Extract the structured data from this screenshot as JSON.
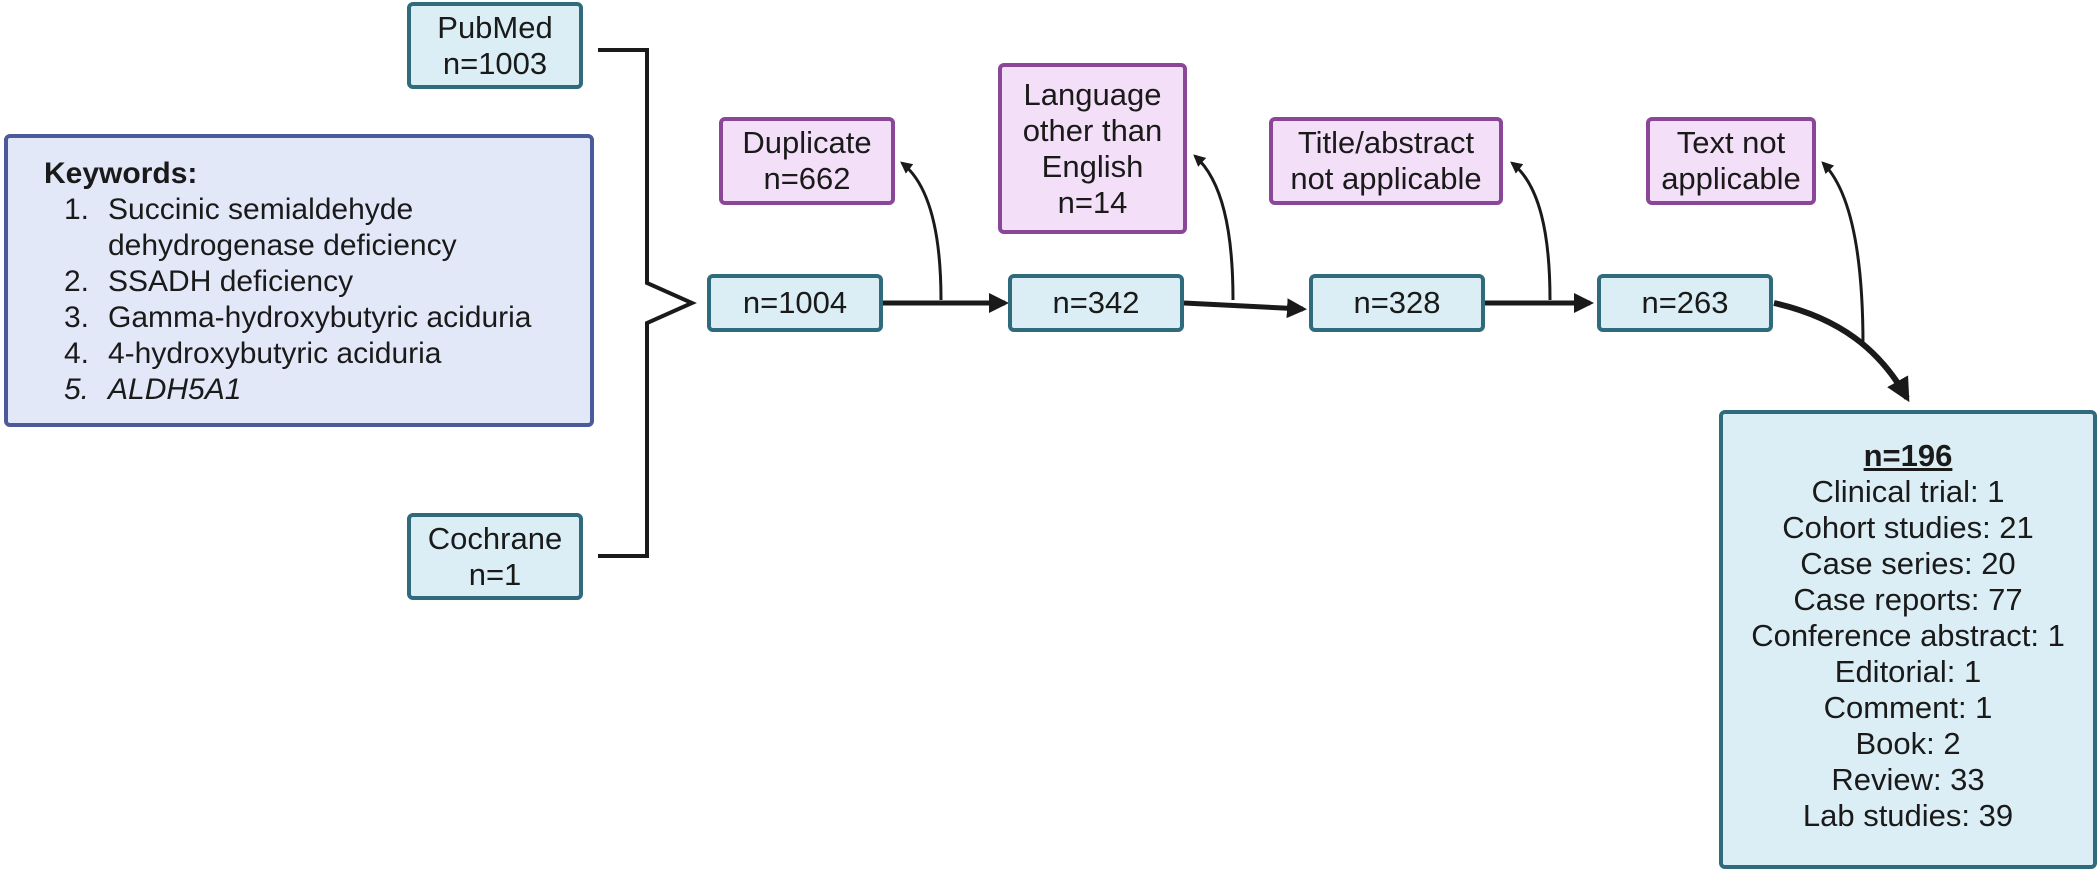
{
  "sources": {
    "pubmed": {
      "name": "PubMed",
      "count": "n=1003"
    },
    "cochrane": {
      "name": "Cochrane",
      "count": "n=1"
    }
  },
  "keywords": {
    "title": "Keywords:",
    "items": [
      {
        "num": "1.",
        "text": "Succinic semialdehyde dehydrogenase deficiency"
      },
      {
        "num": "2.",
        "text": "SSADH deficiency"
      },
      {
        "num": "3.",
        "text": "Gamma-hydroxybutyric aciduria"
      },
      {
        "num": "4.",
        "text": "4-hydroxybutyric aciduria"
      },
      {
        "num": "5.",
        "text": "ALDH5A1"
      }
    ]
  },
  "flow": {
    "steps": [
      "n=1004",
      "n=342",
      "n=328",
      "n=263"
    ],
    "exclusions": {
      "duplicate": {
        "line1": "Duplicate",
        "line2": "n=662"
      },
      "language": {
        "line1": "Language",
        "line2": "other than",
        "line3": "English",
        "line4": "n=14"
      },
      "title_abstract": {
        "line1": "Title/abstract",
        "line2": "not applicable"
      },
      "text": {
        "line1": "Text not",
        "line2": "applicable"
      }
    }
  },
  "result": {
    "title": "n=196",
    "lines": [
      "Clinical trial: 1",
      "Cohort studies: 21",
      "Case series: 20",
      "Case reports: 77",
      "Conference abstract: 1",
      "Editorial: 1",
      "Comment: 1",
      "Book: 2",
      "Review: 33",
      "Lab studies: 39"
    ]
  },
  "colors": {
    "flow_box_fill": "#dbeef5",
    "flow_box_border": "#2f6b7d",
    "exclusion_fill": "#f3dff7",
    "exclusion_border": "#8a4797",
    "keywords_fill": "#e3e8f9",
    "keywords_border": "#4a5a9a"
  }
}
